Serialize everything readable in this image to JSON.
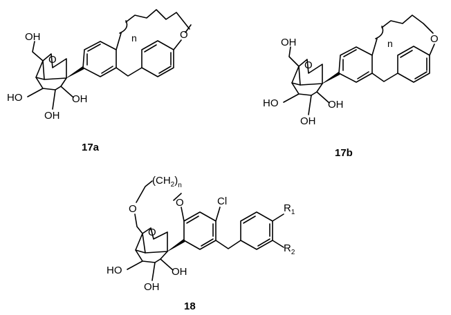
{
  "compounds": [
    {
      "label": "17a",
      "atoms": {
        "oh_top": "OH",
        "ring_o": "O",
        "ho_left": "HO",
        "oh_right": "OH",
        "oh_bottom": "OH",
        "ether_o": "O",
        "n": "n"
      }
    },
    {
      "label": "17b",
      "atoms": {
        "oh_top": "OH",
        "ring_o": "O",
        "ho_left": "HO",
        "oh_right": "OH",
        "oh_bottom": "OH",
        "ether_o": "O",
        "n": "n"
      }
    },
    {
      "label": "18",
      "atoms": {
        "ch2": "(CH",
        "ch2_sub": "2",
        "ch2_close": ")",
        "n": "n",
        "link_o": "O",
        "aryl_o": "O",
        "ring_o": "O",
        "cl": "Cl",
        "r1": "R",
        "r1_sub": "1",
        "r2": "R",
        "r2_sub": "2",
        "ho_left": "HO",
        "oh_right": "OH",
        "oh_bottom": "OH"
      }
    }
  ]
}
